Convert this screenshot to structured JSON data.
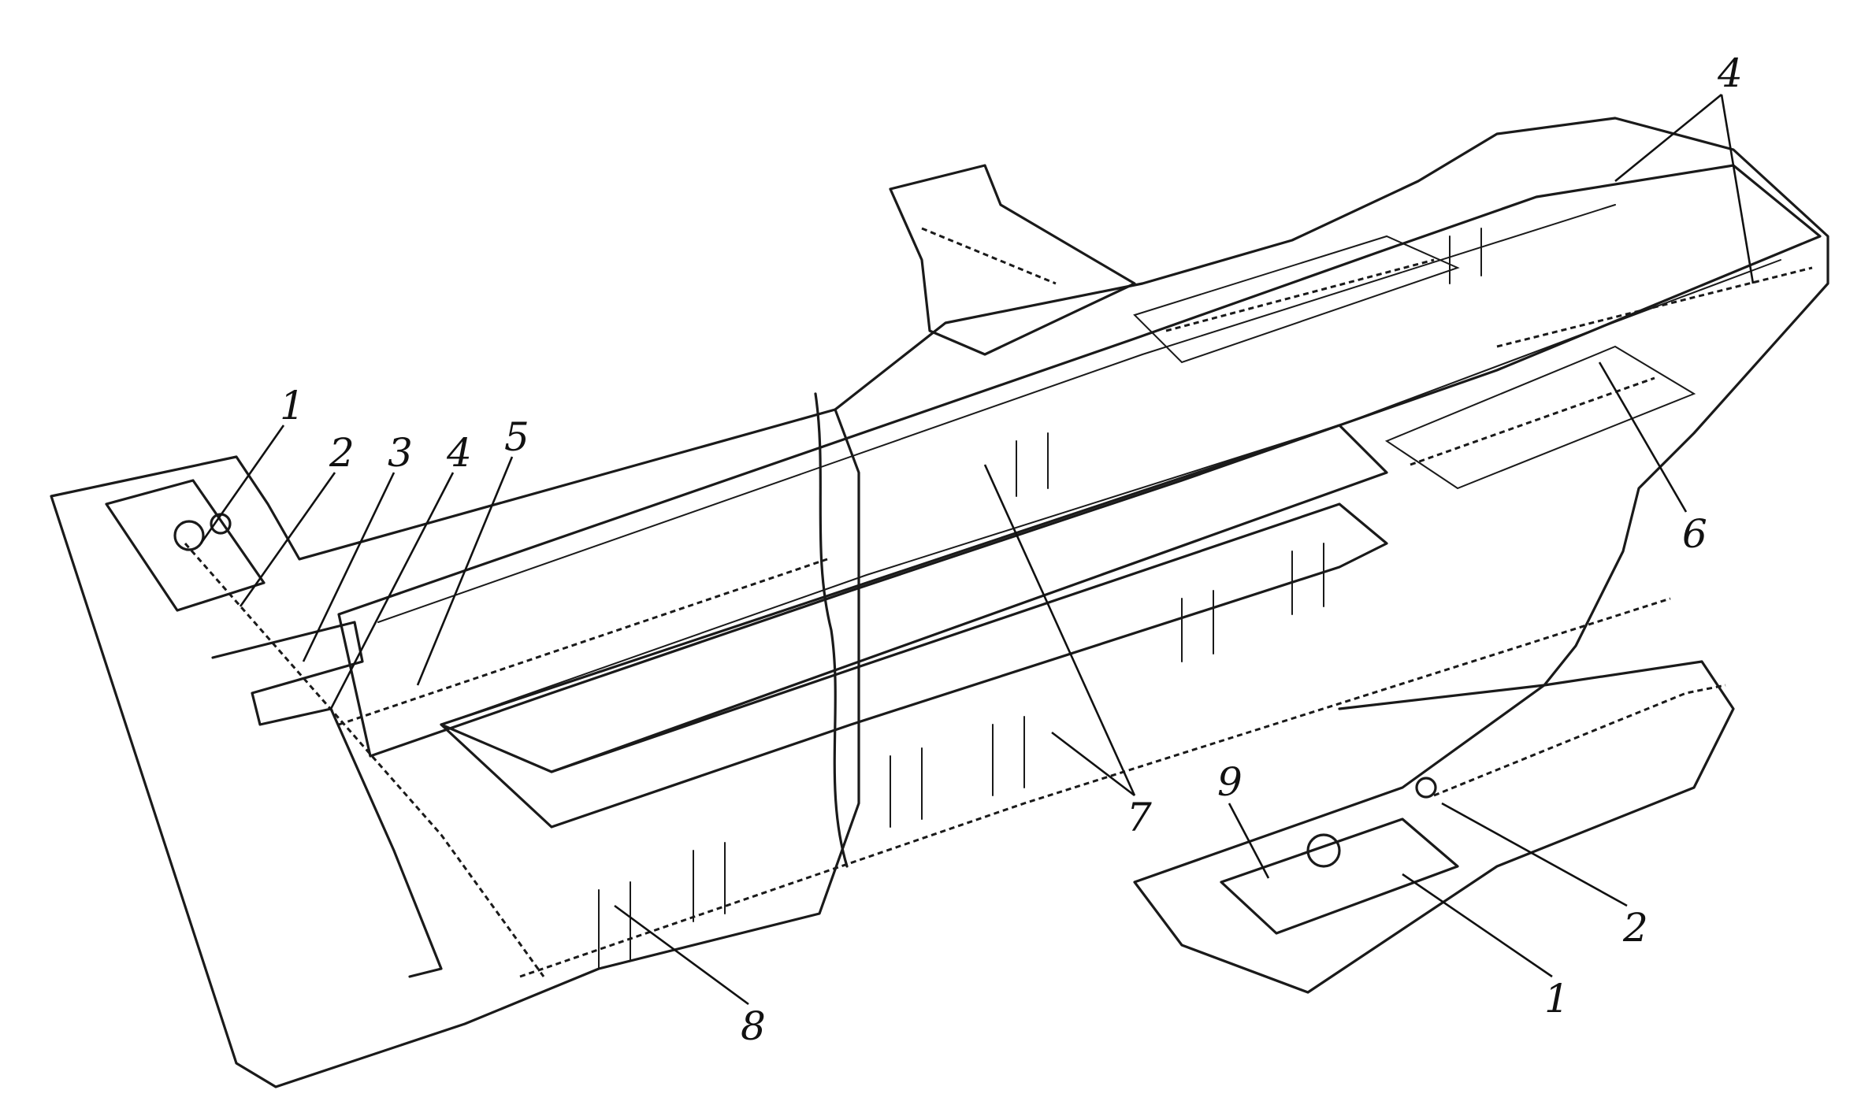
{
  "callouts": [
    {
      "id": "left-1",
      "text": "1"
    },
    {
      "id": "left-2",
      "text": "2"
    },
    {
      "id": "left-3",
      "text": "3"
    },
    {
      "id": "left-4",
      "text": "4"
    },
    {
      "id": "left-5",
      "text": "5"
    },
    {
      "id": "top-4",
      "text": "4"
    },
    {
      "id": "right-6",
      "text": "6"
    },
    {
      "id": "mid-7",
      "text": "7"
    },
    {
      "id": "bottom-8",
      "text": "8"
    },
    {
      "id": "right-9",
      "text": "9"
    },
    {
      "id": "right-2",
      "text": "2"
    },
    {
      "id": "right-1",
      "text": "1"
    }
  ]
}
